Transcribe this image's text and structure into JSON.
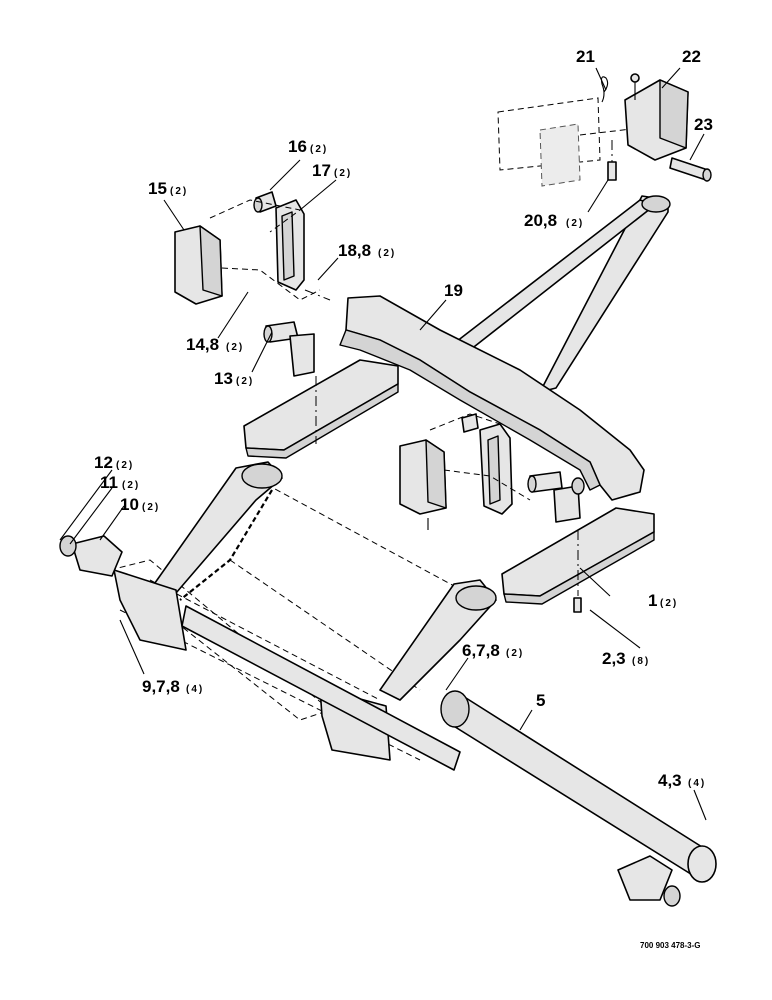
{
  "drawing_code": "700 903 478-3-G",
  "callouts": [
    {
      "id": "c21",
      "label": "21",
      "qty": ""
    },
    {
      "id": "c22",
      "label": "22",
      "qty": ""
    },
    {
      "id": "c23",
      "label": "23",
      "qty": ""
    },
    {
      "id": "c16",
      "label": "16",
      "qty": "(2)"
    },
    {
      "id": "c17",
      "label": "17",
      "qty": "(2)"
    },
    {
      "id": "c15",
      "label": "15",
      "qty": "(2)"
    },
    {
      "id": "c20",
      "label": "20,8",
      "qty": "(2)"
    },
    {
      "id": "c18",
      "label": "18,8",
      "qty": "(2)"
    },
    {
      "id": "c19",
      "label": "19",
      "qty": ""
    },
    {
      "id": "c14",
      "label": "14,8",
      "qty": "(2)"
    },
    {
      "id": "c13",
      "label": "13",
      "qty": "(2)"
    },
    {
      "id": "c12",
      "label": "12",
      "qty": "(2)"
    },
    {
      "id": "c11",
      "label": "11",
      "qty": "(2)"
    },
    {
      "id": "c10",
      "label": "10",
      "qty": "(2)"
    },
    {
      "id": "c1",
      "label": "1",
      "qty": "(2)"
    },
    {
      "id": "c2",
      "label": "2,3",
      "qty": "(8)"
    },
    {
      "id": "c6",
      "label": "6,7,8",
      "qty": "(2)"
    },
    {
      "id": "c9",
      "label": "9,7,8",
      "qty": "(4)"
    },
    {
      "id": "c5",
      "label": "5",
      "qty": ""
    },
    {
      "id": "c4",
      "label": "4,3",
      "qty": "(4)"
    }
  ]
}
